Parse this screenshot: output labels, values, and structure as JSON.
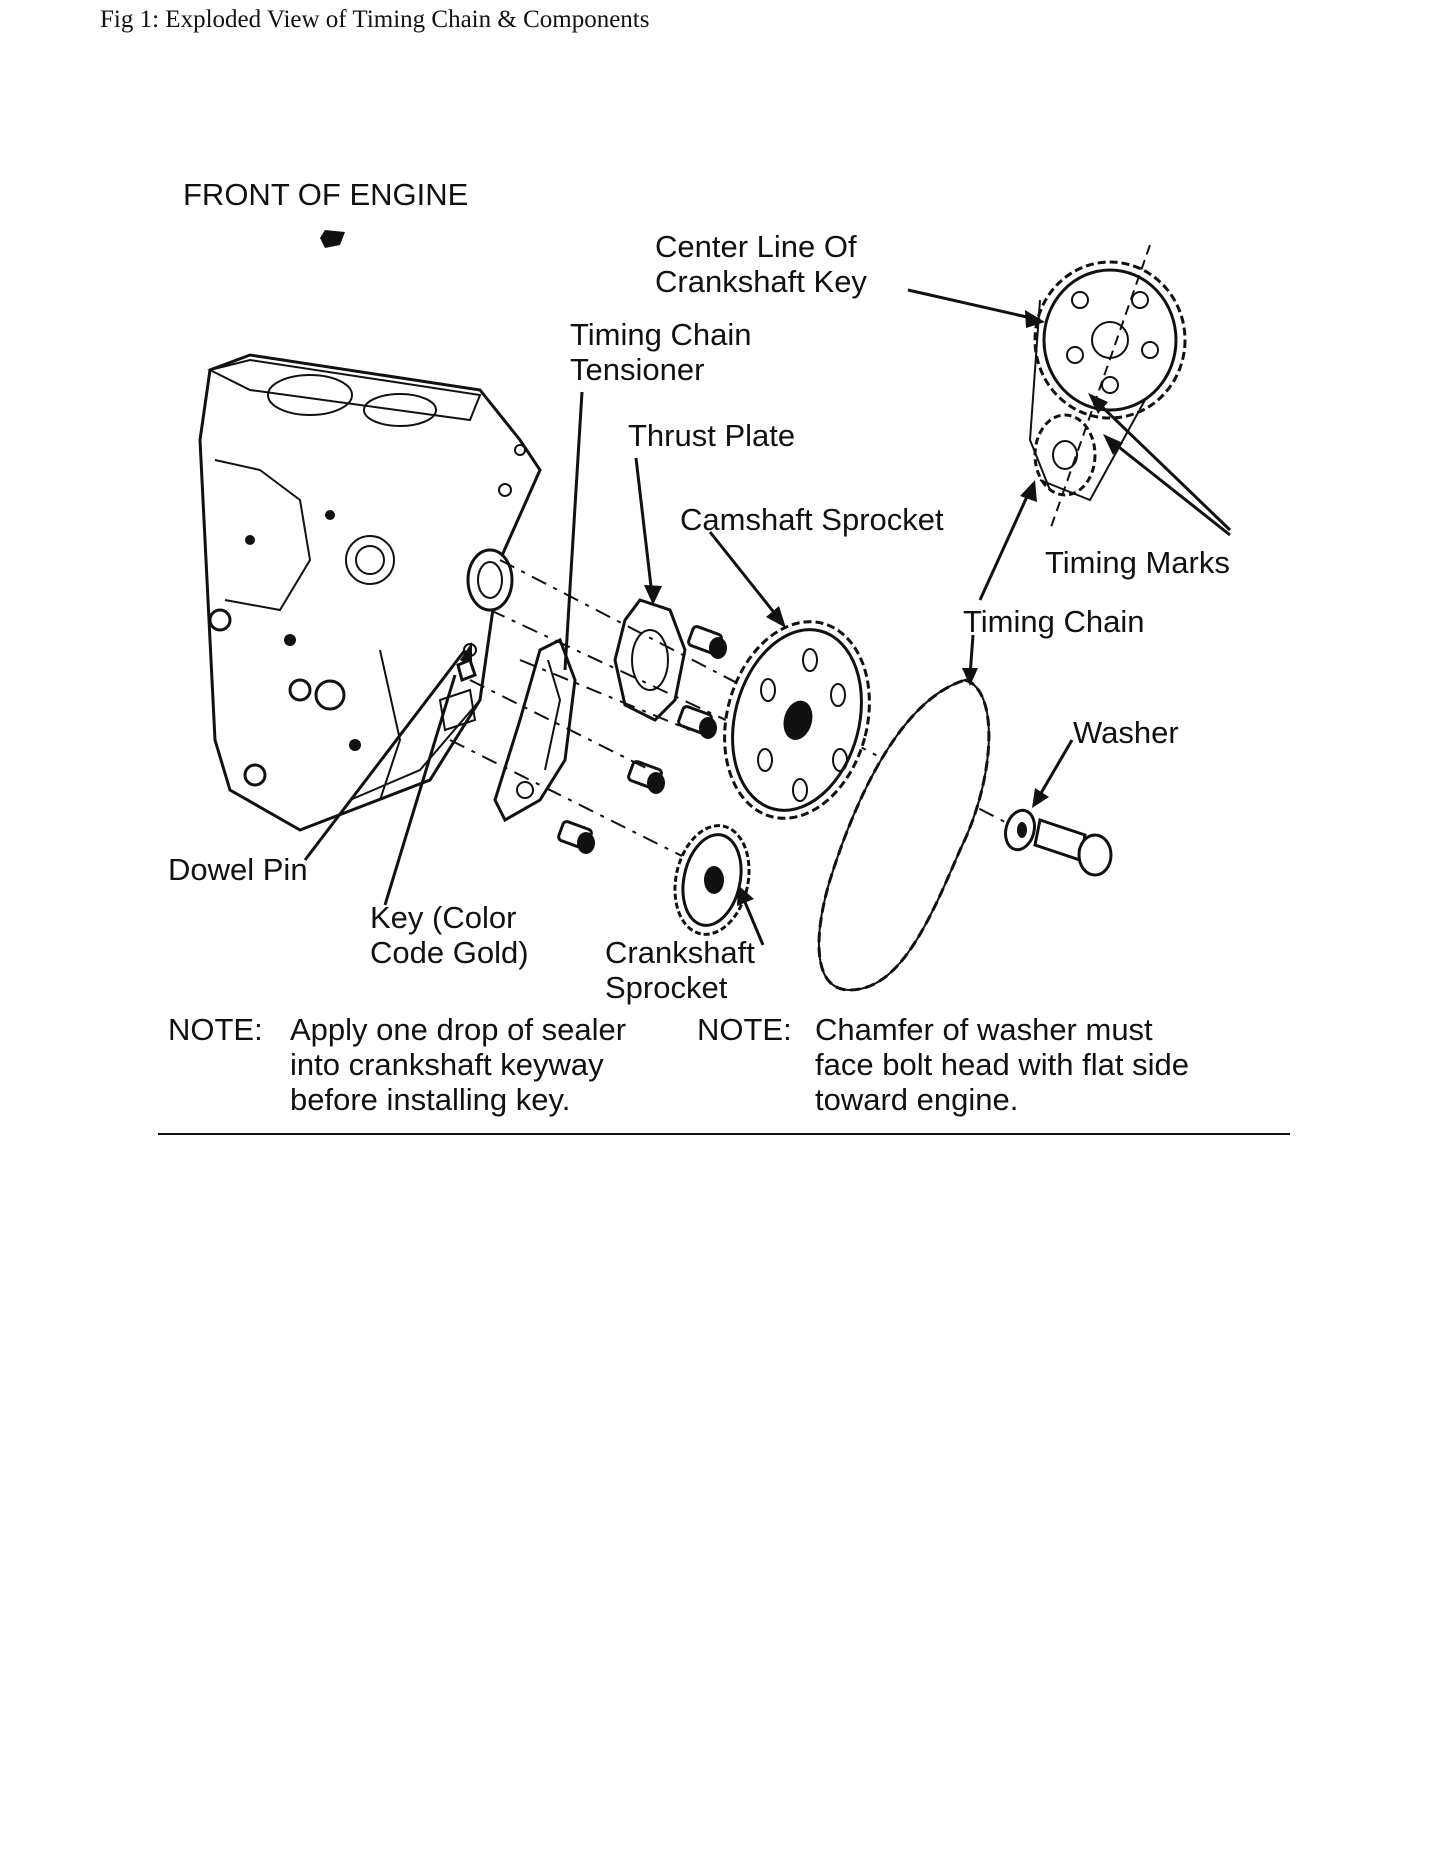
{
  "caption": "Fig 1: Exploded View of Timing Chain & Components",
  "labels": {
    "front_of_engine": "FRONT OF ENGINE",
    "center_line_1": "Center Line Of",
    "center_line_2": "Crankshaft Key",
    "tensioner_1": "Timing Chain",
    "tensioner_2": "Tensioner",
    "thrust_plate": "Thrust Plate",
    "camshaft_sprocket": "Camshaft Sprocket",
    "timing_marks": "Timing Marks",
    "timing_chain": "Timing Chain",
    "washer": "Washer",
    "dowel_pin": "Dowel Pin",
    "key_1": "Key (Color",
    "key_2": "Code Gold)",
    "crank_sprocket_1": "Crankshaft",
    "crank_sprocket_2": "Sprocket"
  },
  "notes": {
    "left": {
      "prefix": "NOTE:",
      "lines": [
        "Apply one drop of sealer",
        "into crankshaft keyway",
        "before installing key."
      ]
    },
    "right": {
      "prefix": "NOTE:",
      "lines": [
        "Chamfer of washer must",
        "face bolt head with flat side",
        "toward engine."
      ]
    }
  }
}
